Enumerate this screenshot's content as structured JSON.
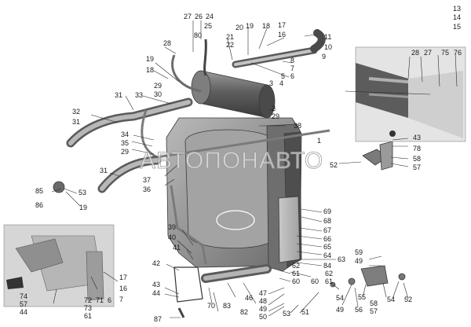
{
  "watermark": "АВТОПОНАВТО",
  "callouts": [
    {
      "id": "c27a",
      "text": "27"
    },
    {
      "id": "c26",
      "text": "26"
    },
    {
      "id": "c24",
      "text": "24"
    },
    {
      "id": "c25",
      "text": "25"
    },
    {
      "id": "c80",
      "text": "80"
    },
    {
      "id": "c21",
      "text": "21"
    },
    {
      "id": "c22",
      "text": "22"
    },
    {
      "id": "c20",
      "text": "20"
    },
    {
      "id": "c19a",
      "text": "19"
    },
    {
      "id": "c18a",
      "text": "18"
    },
    {
      "id": "c17a",
      "text": "17"
    },
    {
      "id": "c16",
      "text": "16"
    },
    {
      "id": "c11",
      "text": "11"
    },
    {
      "id": "c10",
      "text": "10"
    },
    {
      "id": "c9",
      "text": "9"
    },
    {
      "id": "c8",
      "text": "8"
    },
    {
      "id": "c7a",
      "text": "7"
    },
    {
      "id": "c5",
      "text": "5"
    },
    {
      "id": "c6a",
      "text": "6"
    },
    {
      "id": "c4",
      "text": "4"
    },
    {
      "id": "c3",
      "text": "3"
    },
    {
      "id": "c28a",
      "text": "28"
    },
    {
      "id": "c19b",
      "text": "19"
    },
    {
      "id": "c18b",
      "text": "18"
    },
    {
      "id": "c29a",
      "text": "29"
    },
    {
      "id": "c30",
      "text": "30"
    },
    {
      "id": "c31a",
      "text": "31"
    },
    {
      "id": "c33",
      "text": "33"
    },
    {
      "id": "c32",
      "text": "32"
    },
    {
      "id": "c31b",
      "text": "31"
    },
    {
      "id": "c2",
      "text": "2"
    },
    {
      "id": "c29b",
      "text": "29"
    },
    {
      "id": "c38",
      "text": "38"
    },
    {
      "id": "c1",
      "text": "1"
    },
    {
      "id": "c34",
      "text": "34"
    },
    {
      "id": "c35",
      "text": "35"
    },
    {
      "id": "c29c",
      "text": "29"
    },
    {
      "id": "c31c",
      "text": "31"
    },
    {
      "id": "c37",
      "text": "37"
    },
    {
      "id": "c36",
      "text": "36"
    },
    {
      "id": "c85",
      "text": "85"
    },
    {
      "id": "c86",
      "text": "86"
    },
    {
      "id": "c53a",
      "text": "53"
    },
    {
      "id": "c19c",
      "text": "19"
    },
    {
      "id": "c13",
      "text": "13"
    },
    {
      "id": "c14",
      "text": "14"
    },
    {
      "id": "c15",
      "text": "15"
    },
    {
      "id": "c28b",
      "text": "28"
    },
    {
      "id": "c27b",
      "text": "27"
    },
    {
      "id": "c75",
      "text": "75"
    },
    {
      "id": "c76",
      "text": "76"
    },
    {
      "id": "c43a",
      "text": "43"
    },
    {
      "id": "c78",
      "text": "78"
    },
    {
      "id": "c58a",
      "text": "58"
    },
    {
      "id": "c57a",
      "text": "57"
    },
    {
      "id": "c52a",
      "text": "52"
    },
    {
      "id": "c69",
      "text": "69"
    },
    {
      "id": "c68",
      "text": "68"
    },
    {
      "id": "c67",
      "text": "67"
    },
    {
      "id": "c66",
      "text": "66"
    },
    {
      "id": "c65",
      "text": "65"
    },
    {
      "id": "c64",
      "text": "64"
    },
    {
      "id": "c63",
      "text": "63"
    },
    {
      "id": "c84",
      "text": "84"
    },
    {
      "id": "c62a",
      "text": "62"
    },
    {
      "id": "c61a",
      "text": "61"
    },
    {
      "id": "c62b",
      "text": "62"
    },
    {
      "id": "c61b",
      "text": "61"
    },
    {
      "id": "c60a",
      "text": "60"
    },
    {
      "id": "c60b",
      "text": "60"
    },
    {
      "id": "c39",
      "text": "39"
    },
    {
      "id": "c40",
      "text": "40"
    },
    {
      "id": "c41",
      "text": "41"
    },
    {
      "id": "c42",
      "text": "42"
    },
    {
      "id": "c43b",
      "text": "43"
    },
    {
      "id": "c44a",
      "text": "44"
    },
    {
      "id": "c70",
      "text": "70"
    },
    {
      "id": "c83",
      "text": "83"
    },
    {
      "id": "c46",
      "text": "46"
    },
    {
      "id": "c82",
      "text": "82"
    },
    {
      "id": "c47",
      "text": "47"
    },
    {
      "id": "c48",
      "text": "48"
    },
    {
      "id": "c49a",
      "text": "49"
    },
    {
      "id": "c50",
      "text": "50"
    },
    {
      "id": "c53b",
      "text": "53"
    },
    {
      "id": "c51",
      "text": "51"
    },
    {
      "id": "c87",
      "text": "87"
    },
    {
      "id": "c59",
      "text": "59"
    },
    {
      "id": "c49b",
      "text": "49"
    },
    {
      "id": "c54a",
      "text": "54"
    },
    {
      "id": "c49c",
      "text": "49"
    },
    {
      "id": "c56",
      "text": "56"
    },
    {
      "id": "c55",
      "text": "55"
    },
    {
      "id": "c58b",
      "text": "58"
    },
    {
      "id": "c57b",
      "text": "57"
    },
    {
      "id": "c54b",
      "text": "54"
    },
    {
      "id": "c52b",
      "text": "52"
    },
    {
      "id": "c74",
      "text": "74"
    },
    {
      "id": "c57c",
      "text": "57"
    },
    {
      "id": "c44b",
      "text": "44"
    },
    {
      "id": "c72",
      "text": "72"
    },
    {
      "id": "c73",
      "text": "73"
    },
    {
      "id": "c61c",
      "text": "61"
    },
    {
      "id": "c71",
      "text": "71"
    },
    {
      "id": "c6b",
      "text": "6"
    },
    {
      "id": "c7b",
      "text": "7"
    },
    {
      "id": "c17b",
      "text": "17"
    },
    {
      "id": "c16b",
      "text": "16"
    }
  ]
}
